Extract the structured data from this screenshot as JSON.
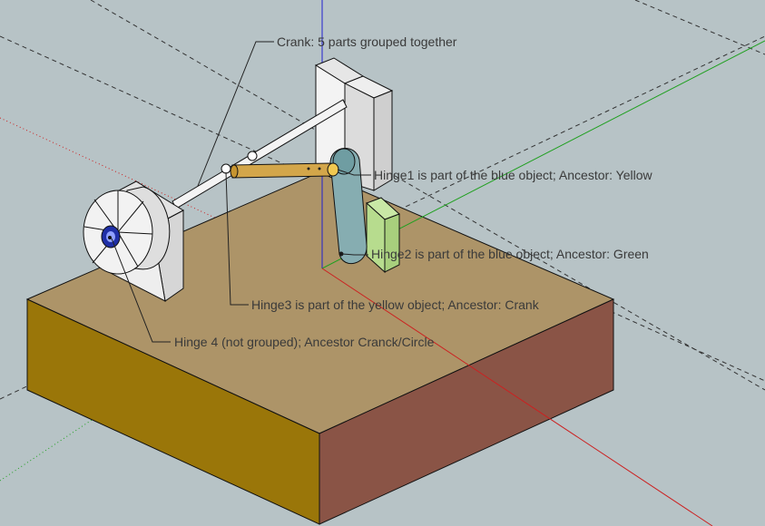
{
  "annotations": {
    "crank": "Crank: 5 parts grouped together",
    "hinge1": "Hinge1 is part of the blue object; Ancestor: Yellow",
    "hinge2": "Hinge2 is part of the blue object; Ancestor: Green",
    "hinge3": "Hinge3 is part of the yellow object; Ancestor: Crank",
    "hinge4": "Hinge 4 (not grouped); Ancestor Cranck/Circle"
  },
  "colors": {
    "background": "#b7c3c6",
    "base_top": "#ad9468",
    "base_left": "#9a7609",
    "base_right": "#8a5446",
    "yellow_rod": "#d3a64a",
    "blue_link": "#86adb1",
    "green_block": "#b7dc8e",
    "hub": "#1f2fa6",
    "axis_red": "#cc2020",
    "axis_green": "#20a020",
    "axis_blue": "#2020d0"
  }
}
